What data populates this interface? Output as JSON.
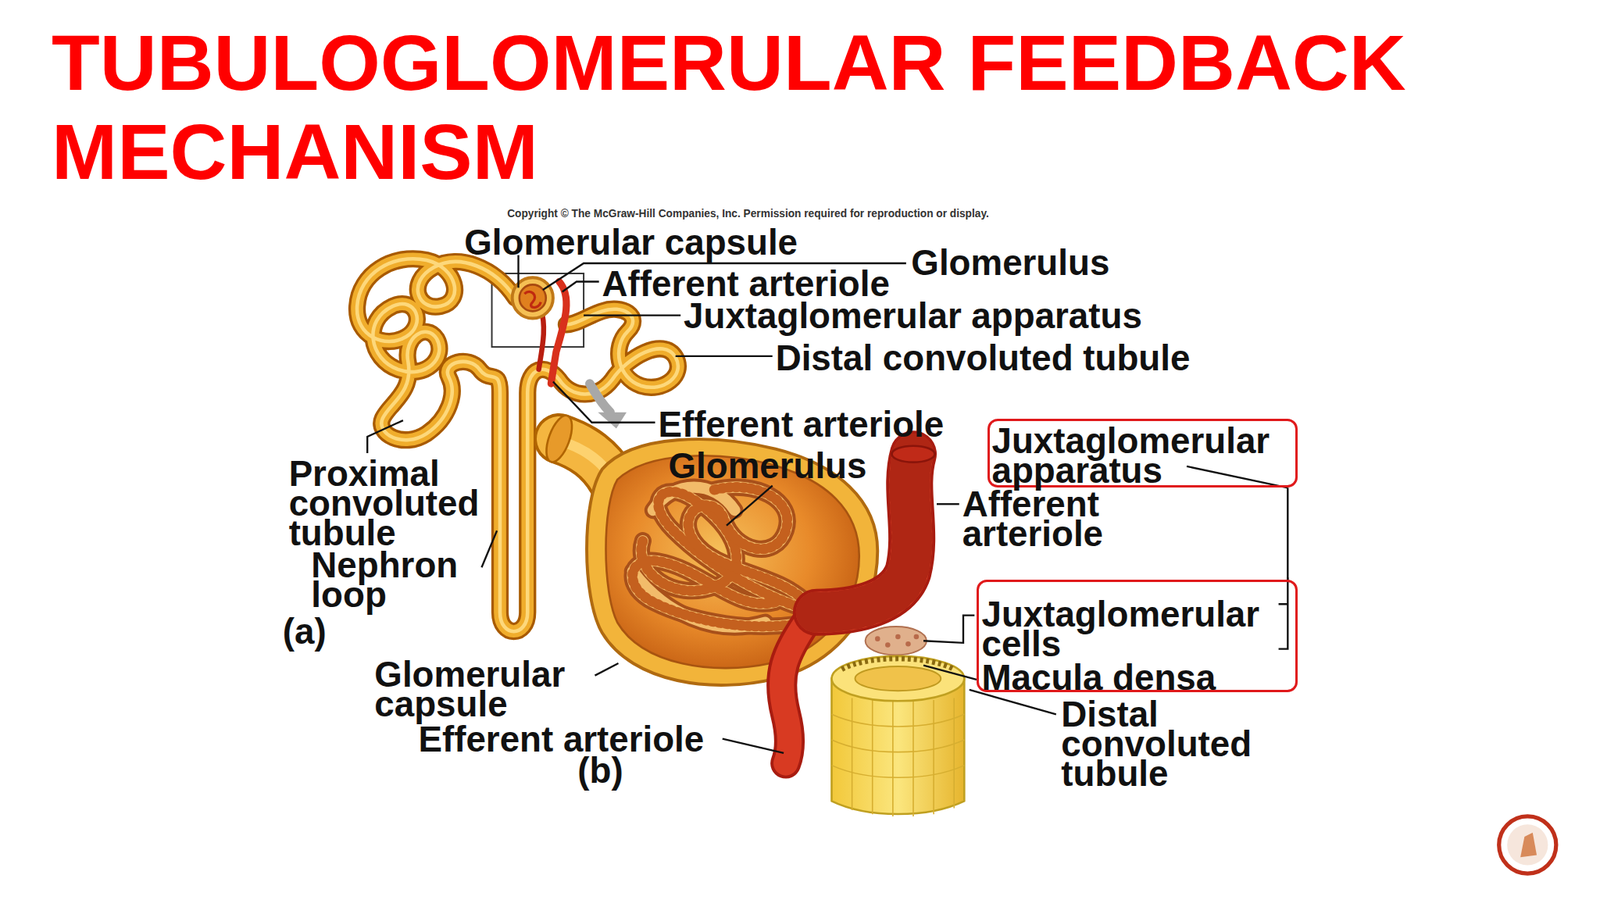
{
  "diagram": {
    "title": "TUBULOGLOMERULAR FEEDBACK MECHANISM",
    "nodes": [
      {
        "text": [
          "Juxtaglomerular apparatus"
        ]
      },
      {
        "text": [
          "Juxtaglomerular cells",
          "Macula densa"
        ]
      }
    ],
    "edges": [
      {
        "from": 0,
        "to": 1,
        "arrow": "none"
      }
    ],
    "labels": [
      "Copyright © The McGraw-Hill Companies, Inc. Permission required for reproduction or display.",
      "Glomerular capsule",
      "Glomerulus",
      "Afferent arteriole",
      "Juxtaglomerular apparatus",
      "Distal convoluted tubule",
      "Efferent arteriole",
      "Proximal convoluted tubule",
      "Nephron loop",
      "(a)",
      "Glomerulus",
      "Afferent arteriole",
      "Glomerular capsule",
      "Efferent arteriole",
      "(b)",
      "Distal convoluted tubule"
    ]
  }
}
